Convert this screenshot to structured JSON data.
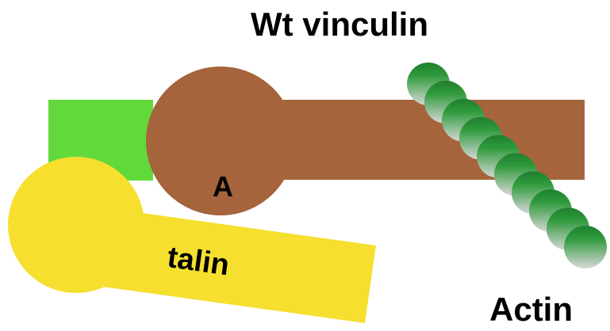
{
  "labels": {
    "title": "Wt vinculin",
    "domain_a": "A",
    "talin": "talin",
    "actin": "Actin"
  },
  "colors": {
    "vinculin_brown": "#a5643c",
    "green_square": "#62d93a",
    "talin_yellow": "#f6df2f",
    "actin_dark_green": "#1f7f2e",
    "actin_light_gray": "#d8d8d8"
  },
  "actin": {
    "bead_count": 10
  }
}
